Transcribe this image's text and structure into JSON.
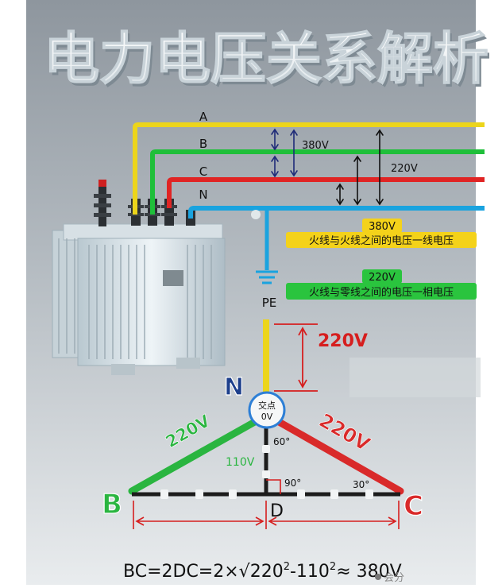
{
  "title": "电力电压关系解析",
  "lines": {
    "a": "A",
    "b": "B",
    "c": "C",
    "n": "N",
    "pe": "PE"
  },
  "measures": {
    "v380": "380V",
    "v220": "220V"
  },
  "boxes": {
    "line_voltage_value": "380V",
    "line_voltage_text": "火线与火线之间的电压一线电压",
    "phase_voltage_value": "220V",
    "phase_voltage_text": "火线与零线之间的电压一相电压"
  },
  "triangle": {
    "height_label": "220V",
    "n_label": "N",
    "node_line1": "交点",
    "node_line2": "0V",
    "left_edge": "220V",
    "right_edge": "220V",
    "mid_label": "110V",
    "angle_top": "60°",
    "angle_right": "90°",
    "angle_base": "30°",
    "b": "B",
    "c": "C",
    "d": "D"
  },
  "formula": {
    "prefix": "BC=2DC=2×",
    "root": "√",
    "t1": "220",
    "sup1": "2",
    "minus": "-110",
    "sup2": "2",
    "tail": "≈ 380V"
  },
  "watermark": "会分",
  "colors": {
    "yellow": "#ecd51b",
    "green": "#1fbf3a",
    "red": "#e02424",
    "blue": "#1aa3df",
    "accent_red": "#d61e1e"
  }
}
